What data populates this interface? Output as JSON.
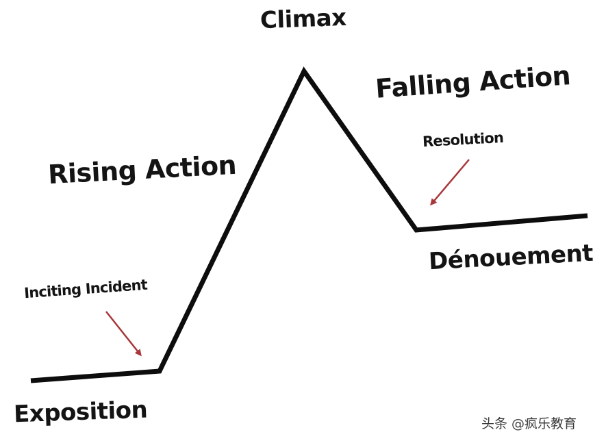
{
  "diagram": {
    "labels": {
      "climax": "Climax",
      "falling_action": "Falling Action",
      "rising_action": "Rising Action",
      "resolution": "Resolution",
      "denouement": "Dénouement",
      "inciting_incident": "Inciting Incident",
      "exposition": "Exposition"
    },
    "colors": {
      "line": "#0d0d0d",
      "arrow": "#a8363a",
      "text": "#141414",
      "background": "#ffffff"
    }
  },
  "watermark": {
    "text": "头条 @疯乐教育"
  }
}
